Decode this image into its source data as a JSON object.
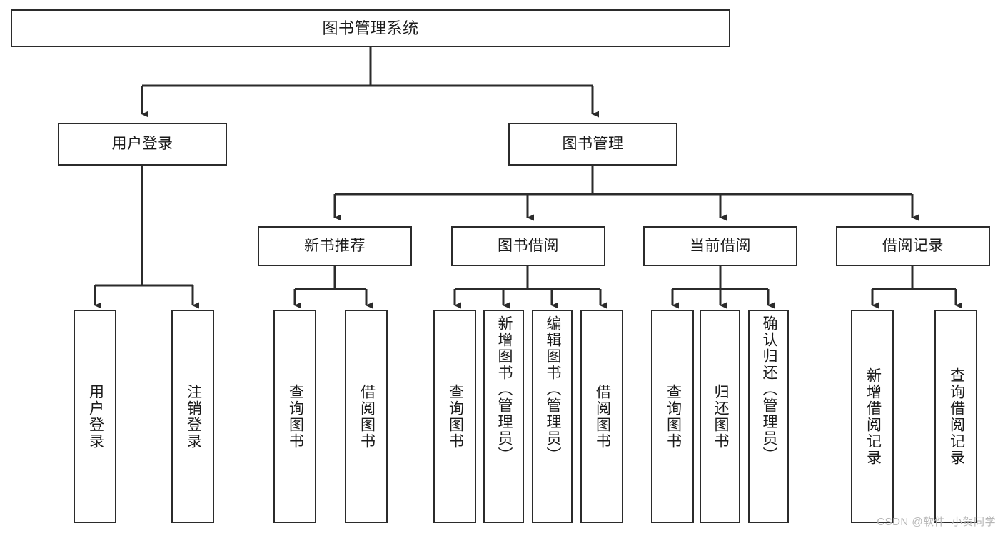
{
  "diagram": {
    "title": "图书管理系统",
    "type": "tree-hierarchy",
    "stroke_color": "#2b2b2b",
    "fill_color": "#ffffff",
    "text_color": "#1a1a1a"
  },
  "root": {
    "label": "图书管理系统"
  },
  "level2": [
    {
      "label": "用户登录"
    },
    {
      "label": "图书管理"
    }
  ],
  "level3": [
    {
      "label": "新书推荐"
    },
    {
      "label": "图书借阅"
    },
    {
      "label": "当前借阅"
    },
    {
      "label": "借阅记录"
    }
  ],
  "leaves": {
    "user_login": [
      {
        "label": "用户登录"
      },
      {
        "label": "注销登录"
      }
    ],
    "new_book_recommend": [
      {
        "label": "查询图书"
      },
      {
        "label": "借阅图书"
      }
    ],
    "book_borrow": [
      {
        "label": "查询图书"
      },
      {
        "label": "新增图书（管理员）"
      },
      {
        "label": "编辑图书（管理员）"
      },
      {
        "label": "借阅图书"
      }
    ],
    "current_borrow": [
      {
        "label": "查询图书"
      },
      {
        "label": "归还图书"
      },
      {
        "label": "确认归还（管理员）"
      }
    ],
    "borrow_record": [
      {
        "label": "新增借阅记录"
      },
      {
        "label": "查询借阅记录"
      }
    ]
  },
  "watermark": {
    "text": "CSDN @软件_小贺同学"
  }
}
